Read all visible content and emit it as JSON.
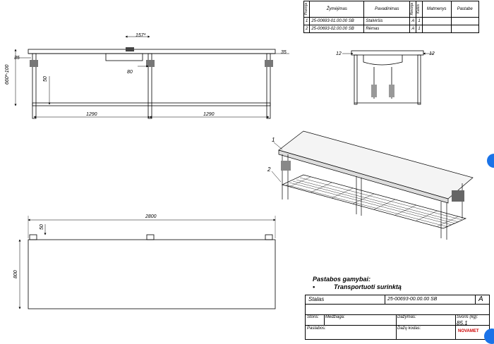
{
  "parts_table": {
    "headers": [
      "Pozicija",
      "Žymėjimas",
      "Pavadinimas",
      "Revizija",
      "Kiekis",
      "Matmenys",
      "Pastabe"
    ],
    "rows": [
      {
        "pos": "1",
        "code": "25-00693-01.00.00 SB",
        "name": "Stalviršis",
        "rev": "A",
        "qty": "1",
        "dims": "",
        "notes": ""
      },
      {
        "pos": "2",
        "code": "25-00693-02.00.00 SB",
        "name": "Rėmas",
        "rev": "A",
        "qty": "1",
        "dims": "",
        "notes": ""
      }
    ]
  },
  "dimensions": {
    "top_157": "157*",
    "left_35": "35",
    "right_35": "35",
    "height_660": "660*-100",
    "d_50": "50",
    "d_80": "80",
    "w_1290_a": "1290",
    "w_1290_b": "1290",
    "side_12_a": "12",
    "side_12_b": "12",
    "bottom_2800": "2800",
    "bottom_50": "50",
    "bottom_800": "800"
  },
  "callouts": {
    "one": "1",
    "two": "2"
  },
  "notes": {
    "title": "Pastabos gamybai:",
    "bullet": "•",
    "item": "Transportuoti surinktą"
  },
  "title_block": {
    "name": "Stalas",
    "code": "25-00693-00.00.00 SB",
    "revision": "A",
    "storis_label": "Storis:",
    "medziaga_label": "Medžiaga:",
    "dazymas_label": "Dažymas:",
    "svoris_label": "Svoris (kg):",
    "svoris_value": "85.1",
    "pastabos_label": "Pastabos:",
    "dazu_kodas_label": "Dažų kodas:",
    "logo": "NOVAMET"
  }
}
